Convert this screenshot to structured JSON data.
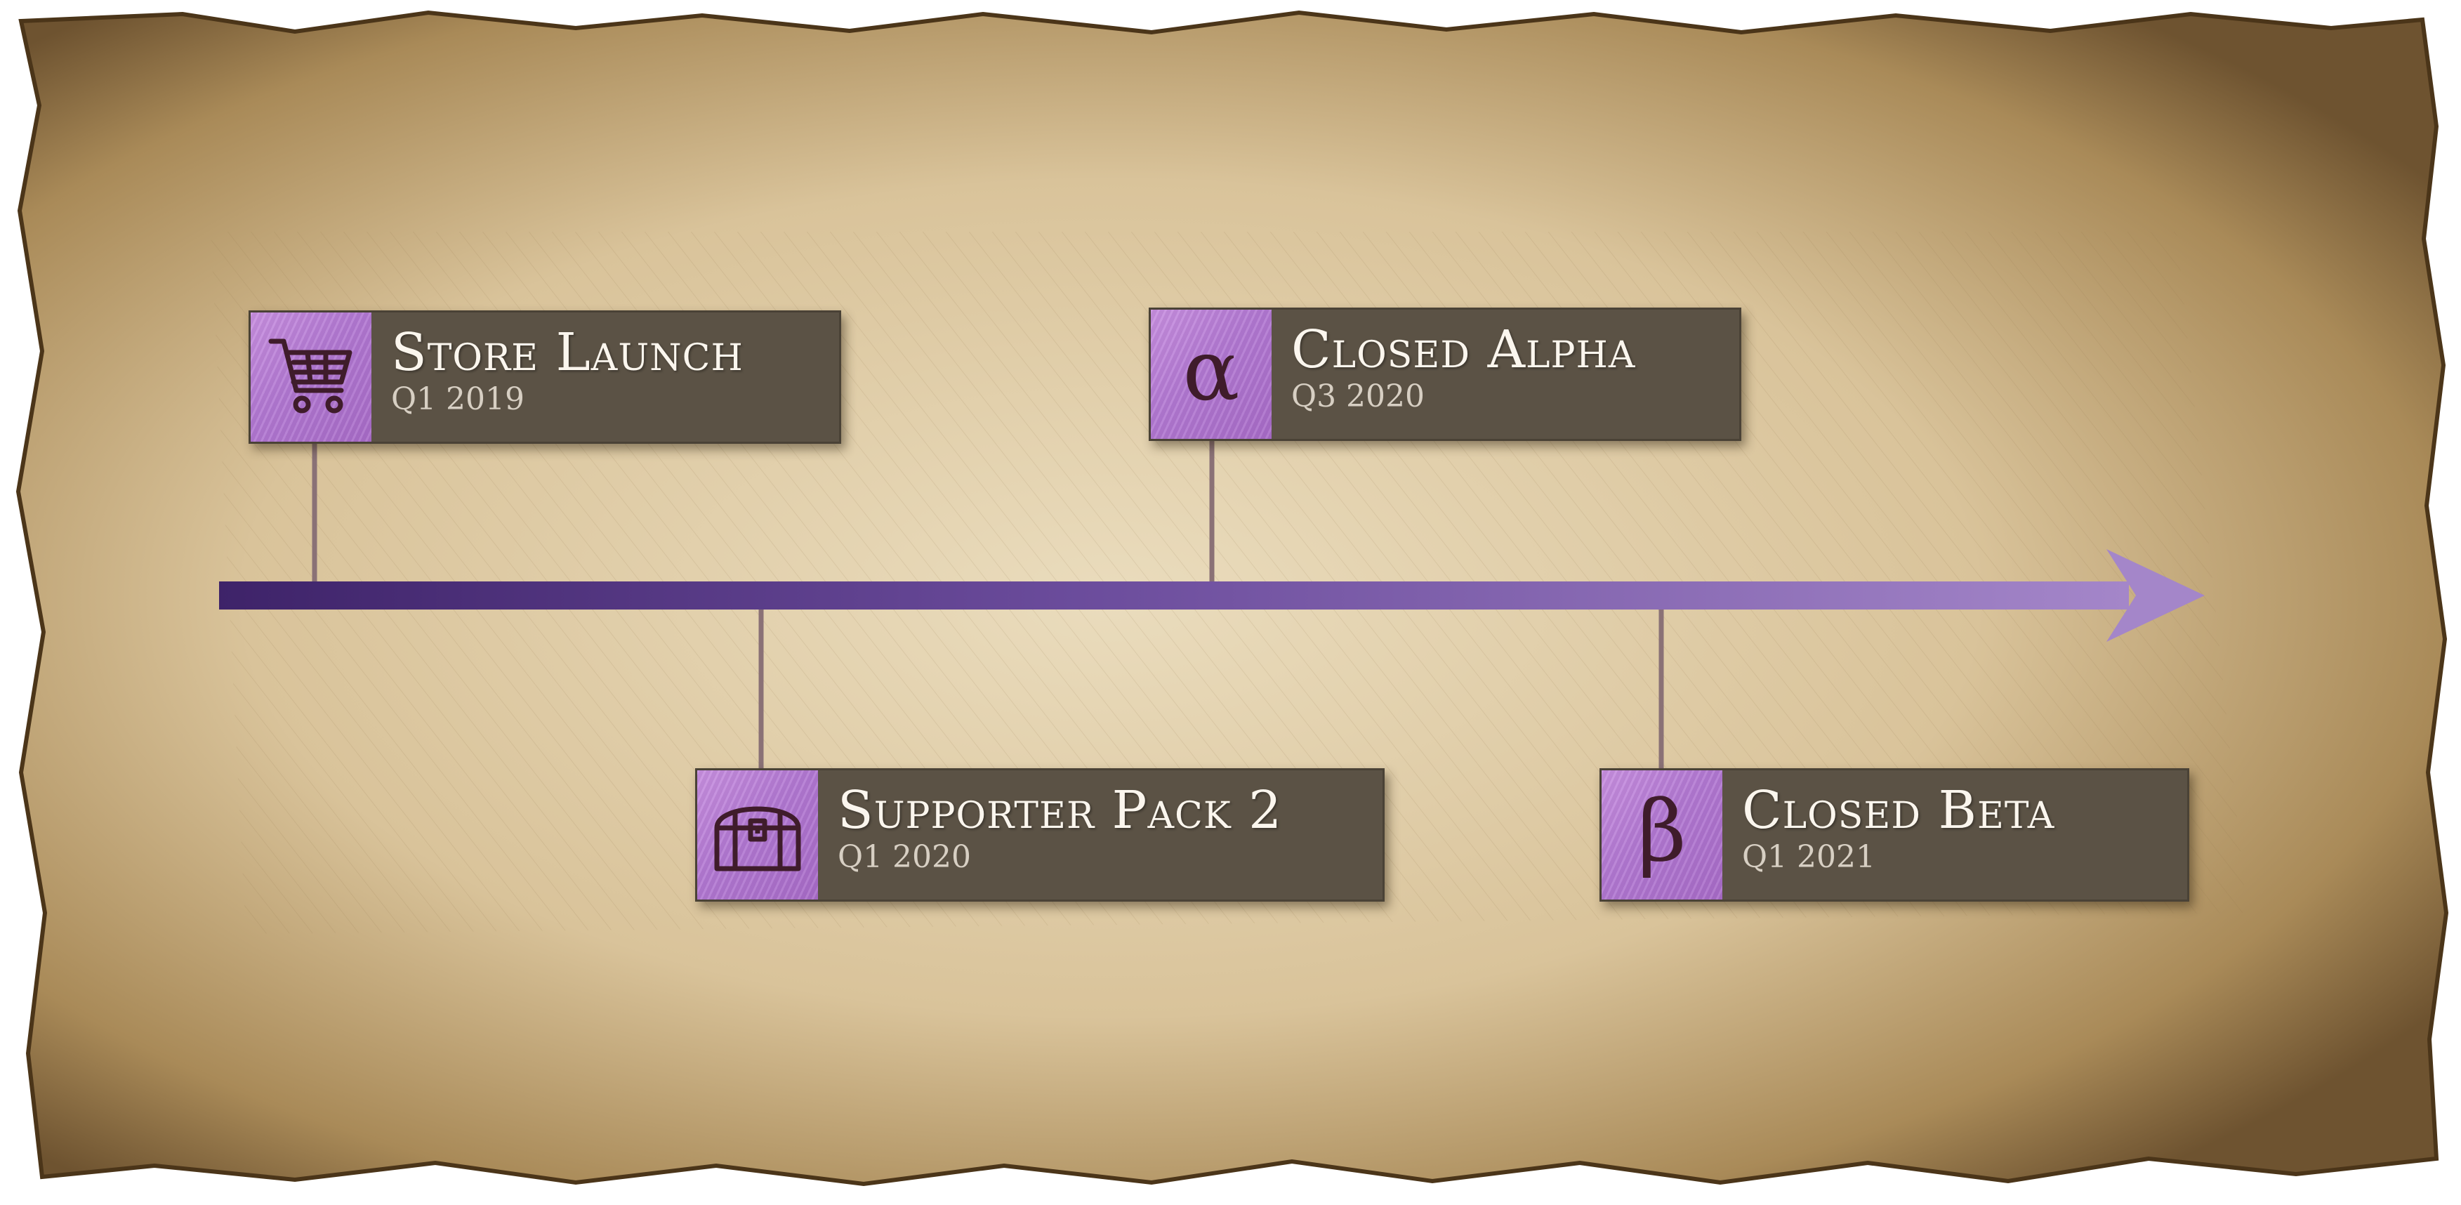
{
  "timeline": {
    "milestones": [
      {
        "id": "store-launch",
        "title": "Store Launch",
        "date": "Q1 2019",
        "icon": "shopping-cart-icon",
        "position": "above"
      },
      {
        "id": "supporter-pack-2",
        "title": "Supporter Pack 2",
        "date": "Q1 2020",
        "icon": "treasure-chest-icon",
        "position": "below"
      },
      {
        "id": "closed-alpha",
        "title": "Closed Alpha",
        "date": "Q3 2020",
        "icon": "alpha-icon",
        "glyph": "α",
        "position": "above"
      },
      {
        "id": "closed-beta",
        "title": "Closed Beta",
        "date": "Q1 2021",
        "icon": "beta-icon",
        "glyph": "β",
        "position": "below"
      }
    ]
  },
  "colors": {
    "arrow_start": "#3e2369",
    "arrow_end": "#a486c9",
    "icon_background": "#b87ad6",
    "label_background": "#5b5245",
    "parchment": "#d9c39a",
    "connector": "#8a7176"
  }
}
